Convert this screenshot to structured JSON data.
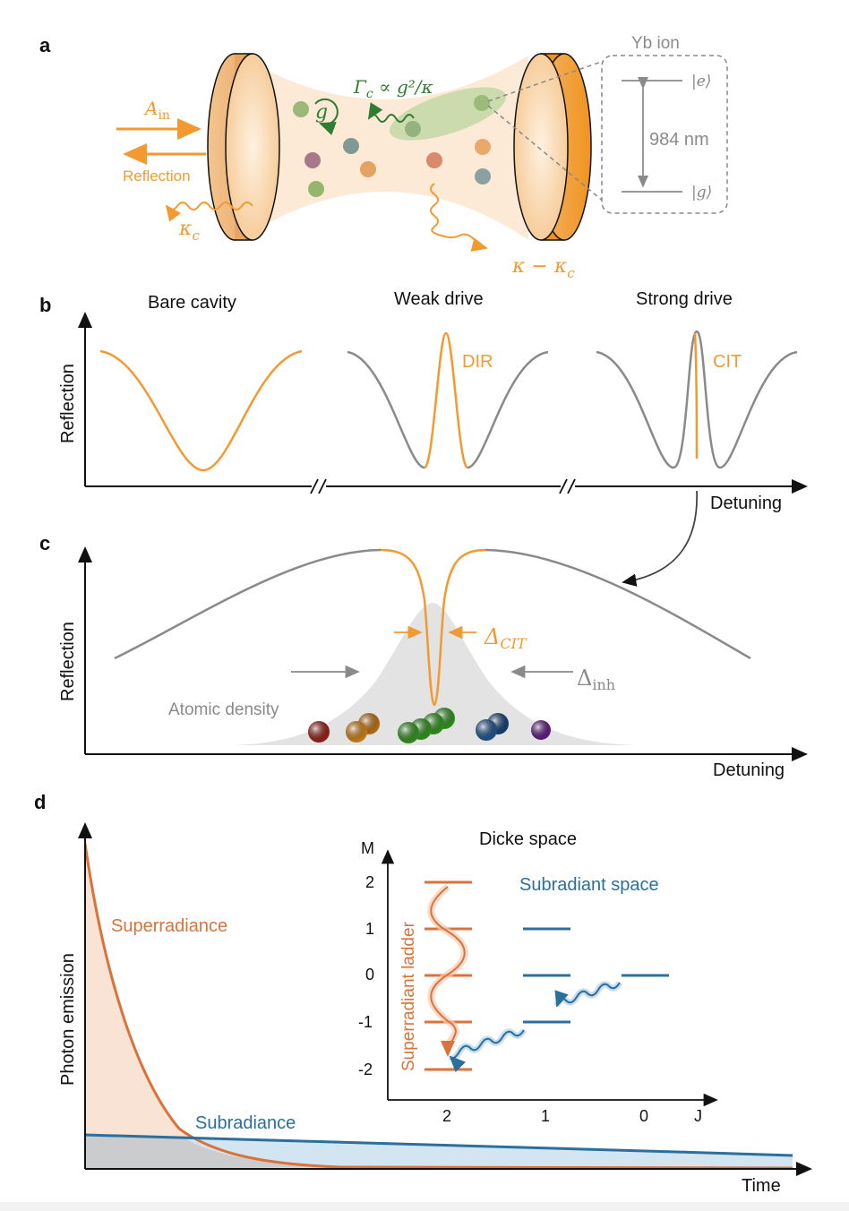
{
  "panels": {
    "a": {
      "letter": "a",
      "ion_label": "Yb ion",
      "excited_state": "|e⟩",
      "ground_state": "|g⟩",
      "wavelength": "984 nm",
      "input_label": "A",
      "input_sub": "in",
      "reflection_label": "Reflection",
      "coupling_label": "g",
      "gamma_label": "Γ",
      "gamma_sub": "c",
      "gamma_rest": " ∝ g²/κ",
      "kappa_c_label": "κ",
      "kappa_c_sub": "c",
      "kappa_loss_label": "κ − κ",
      "kappa_loss_sub": "c",
      "colors": {
        "cavity": "#f29a30",
        "beam": "#fbe6cf",
        "green": "#2e7d32",
        "dashed": "#888888"
      }
    },
    "b": {
      "letter": "b",
      "headers": [
        "Bare cavity",
        "Weak drive",
        "Strong drive"
      ],
      "ylabel": "Reflection",
      "xlabel": "Detuning",
      "dir_label": "DIR",
      "cit_label": "CIT"
    },
    "c": {
      "letter": "c",
      "ylabel": "Reflection",
      "xlabel": "Detuning",
      "delta_cit": "Δ",
      "delta_cit_sub": "CIT",
      "delta_inh": "Δ",
      "delta_inh_sub": "inh",
      "density_label": "Atomic density"
    },
    "d": {
      "letter": "d",
      "ylabel": "Photon emission",
      "xlabel": "Time",
      "super_label": "Superradiance",
      "sub_label": "Subradiance",
      "inset_title": "Dicke space",
      "inset_ylabel": "M",
      "inset_xlabel": "J",
      "m_ticks": [
        "2",
        "1",
        "0",
        "-1",
        "-2"
      ],
      "j_ticks": [
        "2",
        "1",
        "0"
      ],
      "ladder_label": "Superradiant ladder",
      "subspace_label": "Subradiant space",
      "colors": {
        "super": "#d9733a",
        "sub": "#2a6f9e"
      }
    }
  }
}
